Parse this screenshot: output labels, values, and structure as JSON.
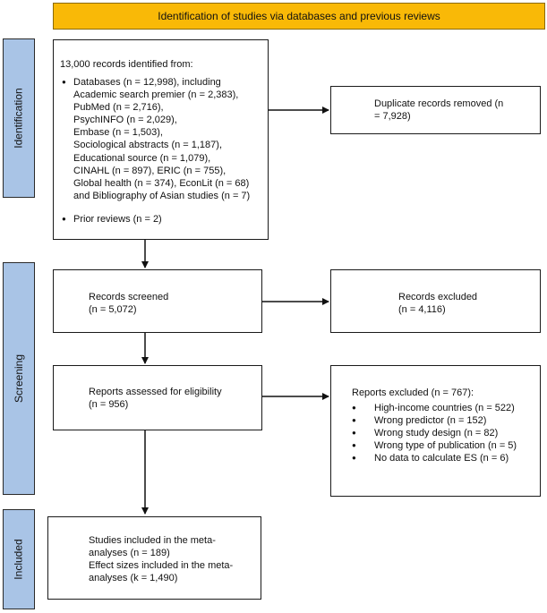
{
  "header": "Identification of studies via databases and previous reviews",
  "stages": [
    {
      "label": "Identification"
    },
    {
      "label": "Screening"
    },
    {
      "label": "Included"
    }
  ],
  "identification_box": {
    "title": "13,000 records identified from:",
    "databases_lines": [
      "Databases (n = 12,998), including",
      "Academic search premier (n = 2,383),",
      "PubMed (n = 2,716),",
      "PsychINFO (n = 2,029),",
      "Embase (n = 1,503),",
      "Sociological abstracts (n = 1,187),",
      "Educational source (n = 1,079),",
      "CINAHL (n = 897), ERIC (n = 755),",
      "Global health (n = 374), EconLit (n = 68)",
      "and Bibliography of Asian studies (n = 7)"
    ],
    "prior_reviews": "Prior reviews (n = 2)"
  },
  "duplicates_box": {
    "text": "Duplicate records removed (n = 7,928)"
  },
  "screened_box": {
    "line1": "Records screened",
    "line2": "(n = 5,072)"
  },
  "excluded_box": {
    "line1": "Records excluded",
    "line2": "(n = 4,116)"
  },
  "eligibility_box": {
    "line1": "Reports assessed for eligibility",
    "line2": "(n = 956)"
  },
  "reports_excluded_box": {
    "title": "Reports excluded (n = 767):",
    "items": [
      "High-income countries (n = 522)",
      "Wrong predictor (n = 152)",
      "Wrong study design (n = 82)",
      "Wrong type of publication (n = 5)",
      "No data to calculate ES (n = 6)"
    ]
  },
  "included_box": {
    "lines": [
      "Studies included in the meta-",
      "analyses (n = 189)",
      "Effect sizes included in the meta-",
      "analyses (k = 1,490)"
    ]
  }
}
